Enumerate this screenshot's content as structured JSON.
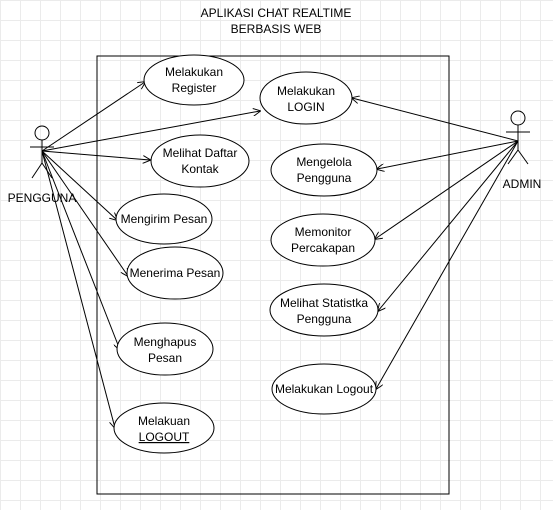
{
  "title": {
    "line1": "APLIKASI  CHAT REALTIME",
    "line2": "BERBASIS WEB"
  },
  "actors": {
    "pengguna": "PENGGUNA",
    "admin": "ADMIN"
  },
  "use_cases": {
    "register": {
      "line1": "Melakukan",
      "line2": "Register"
    },
    "login": {
      "line1": "Melakukan",
      "line2": "LOGIN"
    },
    "kontak": {
      "line1": "Melihat Daftar",
      "line2": "Kontak"
    },
    "mengirim": {
      "line1": "Mengirim Pesan"
    },
    "menerima": {
      "line1": "Menerima Pesan"
    },
    "menghapus": {
      "line1": "Menghapus",
      "line2": "Pesan"
    },
    "logout_user": {
      "line1": "Melakuan",
      "line2": "LOGOUT"
    },
    "mengelola": {
      "line1": "Mengelola",
      "line2": "Pengguna"
    },
    "memonitor": {
      "line1": "Memonitor",
      "line2": "Percakapan"
    },
    "statistik": {
      "line1": "Melihat Statistka",
      "line2": "Pengguna"
    },
    "logout_admin": {
      "line1": "Melakukan Logout"
    }
  }
}
